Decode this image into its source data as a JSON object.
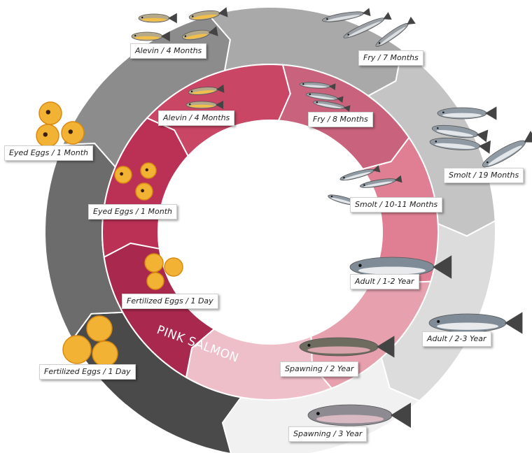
{
  "diagram": {
    "species_label": "PINK SALMON",
    "inner_ring_stages": [
      {
        "label": "Fertilized Eggs / 1 Day",
        "color": "#a8284e",
        "icon": "eggs-icon"
      },
      {
        "label": "Eyed Eggs / 1 Month",
        "color": "#bb3156",
        "icon": "eyed-eggs-icon"
      },
      {
        "label": "Alevin / 4 Months",
        "color": "#c94665",
        "icon": "alevin-icon"
      },
      {
        "label": "Fry / 8 Months",
        "color": "#c9637d",
        "icon": "fry-icon"
      },
      {
        "label": "Smolt / 10-11 Months",
        "color": "#e07f93",
        "icon": "smolt-icon"
      },
      {
        "label": "Adult / 1-2 Year",
        "color": "#e6a0ae",
        "icon": "adult-fish-icon"
      },
      {
        "label": "Spawning / 2 Year",
        "color": "#efbfc9",
        "icon": "spawning-fish-icon"
      }
    ],
    "outer_ring_stages": [
      {
        "label": "Fertilized Eggs / 1 Day",
        "color": "#4a4a4a",
        "icon": "eggs-icon"
      },
      {
        "label": "Eyed Eggs / 1 Month",
        "color": "#6c6c6c",
        "icon": "eyed-eggs-icon"
      },
      {
        "label": "Alevin / 4 Months",
        "color": "#8c8c8c",
        "icon": "alevin-icon"
      },
      {
        "label": "Fry / 7 Months",
        "color": "#a9a9a9",
        "icon": "fry-icon"
      },
      {
        "label": "Smolt / 19 Months",
        "color": "#c4c4c4",
        "icon": "smolt-icon"
      },
      {
        "label": "Adult / 2-3 Year",
        "color": "#dcdcdc",
        "icon": "adult-fish-icon"
      },
      {
        "label": "Spawning / 3 Year",
        "color": "#f1f1f1",
        "icon": "spawning-fish-icon"
      }
    ]
  }
}
